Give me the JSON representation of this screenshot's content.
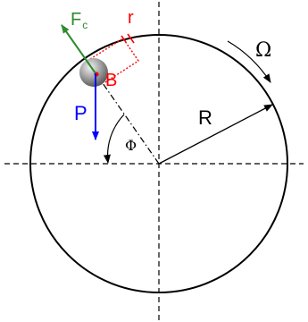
{
  "diagram": {
    "labels": {
      "radius": "R",
      "angular_velocity": "Ω",
      "angle": "Φ",
      "point": "B",
      "weight": "P",
      "centrifugal_force": "F",
      "centrifugal_force_subscript": "c",
      "ball_radius": "r"
    },
    "colors": {
      "circle": "#000000",
      "axes": "#000000",
      "weight_arrow": "#0000ff",
      "centrifugal_arrow": "#2e8b2e",
      "ball_radius_marker": "#ff0000",
      "point_label": "#ff0000",
      "ball": "#8a8a8a"
    }
  }
}
